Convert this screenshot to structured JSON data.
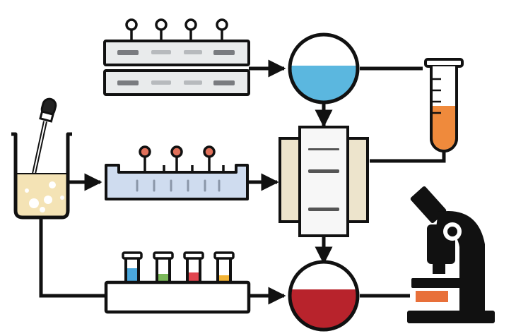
{
  "diagram": {
    "labels": [],
    "components": [
      {
        "name": "gel-plate",
        "count": 2
      },
      {
        "name": "blue-flask"
      },
      {
        "name": "orange-test-tube"
      },
      {
        "name": "yellow-beaker-with-dropper"
      },
      {
        "name": "electrophoresis-tank"
      },
      {
        "name": "gel-column"
      },
      {
        "name": "test-tube-rack",
        "tubes": 4
      },
      {
        "name": "red-flask"
      },
      {
        "name": "microscope"
      }
    ],
    "colors": {
      "outline": "#111111",
      "gel_fill": "#e9ebec",
      "band": "#7a7c80",
      "band_light": "#b7babd",
      "flask_blue": "#5bb7df",
      "flask_red": "#b8232c",
      "tube_orange": "#ef8a3c",
      "beaker_liquid": "#f4e3b5",
      "tank_fill": "#cfdcef",
      "pin_red": "#e0705a",
      "column_fill": "#ede4cc",
      "rack_tube_blue": "#4aa7dc",
      "rack_tube_green": "#7bb85a",
      "rack_tube_red": "#e0454f",
      "rack_tube_yellow": "#f2b335",
      "microscope_accent": "#e8703a"
    }
  }
}
